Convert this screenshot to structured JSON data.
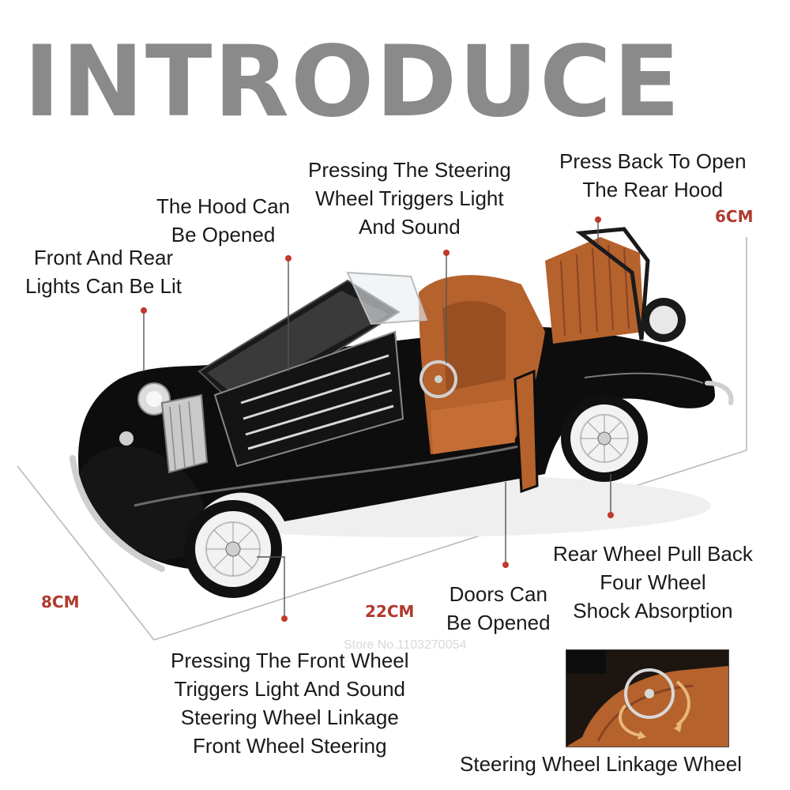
{
  "title": "INTRODUCE",
  "labels": {
    "lights": [
      "Front And Rear",
      "Lights Can Be Lit"
    ],
    "hood": [
      "The Hood Can",
      "Be Opened"
    ],
    "steering": [
      "Pressing The Steering",
      "Wheel Triggers Light",
      "And Sound"
    ],
    "rear_hood": [
      "Press Back To Open",
      "The Rear Hood"
    ],
    "rear_wheel": [
      "Rear Wheel Pull Back",
      "Four Wheel",
      "Shock Absorption"
    ],
    "doors": [
      "Doors Can",
      "Be Opened"
    ],
    "front_wheel": [
      "Pressing The Front Wheel",
      "Triggers Light And Sound",
      "Steering Wheel Linkage",
      "Front Wheel Steering"
    ],
    "linkage": "Steering Wheel Linkage Wheel"
  },
  "dimensions": {
    "height": "6CM",
    "width": "8CM",
    "length": "22CM"
  },
  "watermark": "Store No.1103270054",
  "colors": {
    "title": "#8a8a8a",
    "dimension_text": "#b03a2e",
    "marker": "#c0392b",
    "car_body": "#0d0d0d",
    "interior": "#b5622d",
    "chrome": "#cfcfcf"
  }
}
